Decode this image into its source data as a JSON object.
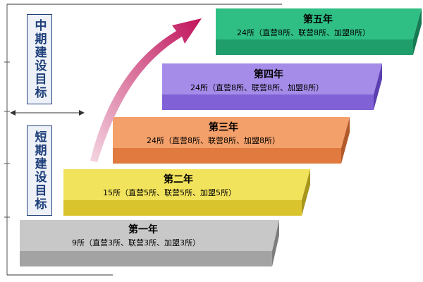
{
  "side_labels": {
    "mid_term": "中期建设目标",
    "short_term": "短期建设目标"
  },
  "steps": [
    {
      "title": "第一年",
      "detail": "9所（直营3所、联营3所、加盟3所）",
      "color_top": "#c8c8c8",
      "color_front": "#a3a3a3",
      "color_side": "#7d7d7d"
    },
    {
      "title": "第二年",
      "detail": "15所（直营5所、联营5所、加盟5所）",
      "color_top": "#f2e35c",
      "color_front": "#d9c42e",
      "color_side": "#a8961d"
    },
    {
      "title": "第三年",
      "detail": "24所（直营8所、联营8所、加盟8所）",
      "color_top": "#f4a06a",
      "color_front": "#e07a3f",
      "color_side": "#b2592a"
    },
    {
      "title": "第四年",
      "detail": "24所（直营8所、联营8所、加盟8所）",
      "color_top": "#a48ce8",
      "color_front": "#8162d6",
      "color_side": "#5b3fb0"
    },
    {
      "title": "第五年",
      "detail": "24所（直营8所、联营8所、加盟8所）",
      "color_top": "#2fbf85",
      "color_front": "#1f9e6b",
      "color_side": "#167a52"
    }
  ],
  "colors": {
    "arrow": "#c0135a",
    "label_border": "#1f3f7a",
    "label_text": "#1f3f7a"
  }
}
